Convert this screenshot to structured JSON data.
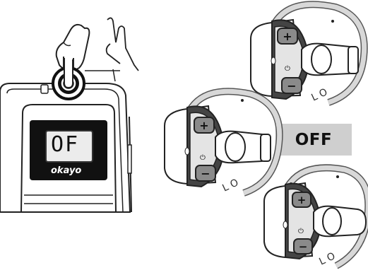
{
  "device": {
    "display_text": "OF",
    "brand": "okayo"
  },
  "status_badge": {
    "label": "OFF"
  },
  "earpiece": {
    "plus_symbol": "+",
    "minus_symbol": "−",
    "power_symbol": "⏻",
    "dial_letters": "L O"
  },
  "colors": {
    "badge_bg": "#cfcfcf",
    "lcd_bg": "#ececec",
    "button_gray": "#8a8a8a",
    "outline": "#222222"
  }
}
